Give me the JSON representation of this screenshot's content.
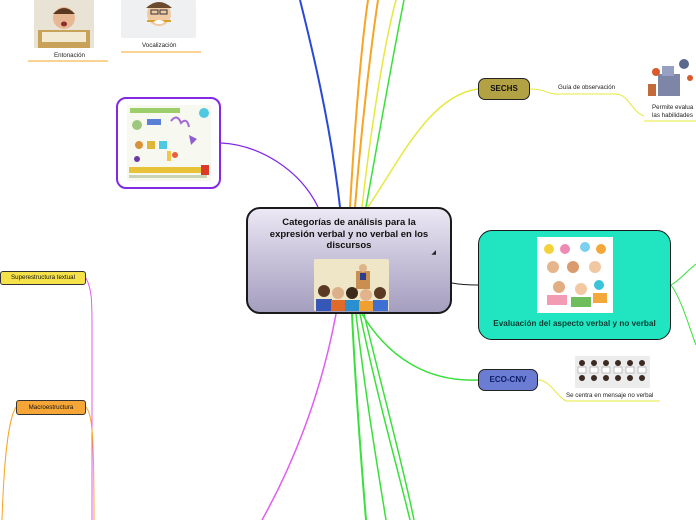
{
  "central": {
    "title": "Categorías de análisis para la expresión verbal y no verbal en los discursos"
  },
  "top_left": {
    "entonacion_label": "Entonación",
    "vocalizacion_label": "Vocalización"
  },
  "sechs": {
    "label": "SECHS",
    "child": "Guía de observación",
    "grandchild_line1": "Permite evalua",
    "grandchild_line2": "las habilidades"
  },
  "evaluacion": {
    "label": "Evaluación del aspecto verbal y no verbal"
  },
  "eco": {
    "label": "ECO-CNV",
    "child": "Se centra en mensaje no verbal"
  },
  "left": {
    "superestructura": "Superestructura textual",
    "macroestructura": "Macroestructura"
  },
  "colors": {
    "central_border": "#1a1a1a",
    "sechs": "#b3a244",
    "teal": "#20e5c0",
    "eco": "#6b7dd3",
    "purple_link": "#8229e6",
    "magenta_link": "#e15cf0",
    "yellow_link": "#e6e83d",
    "green_link": "#39e03a",
    "orange_link": "#f6a524",
    "blue_link": "#2a49d6"
  }
}
